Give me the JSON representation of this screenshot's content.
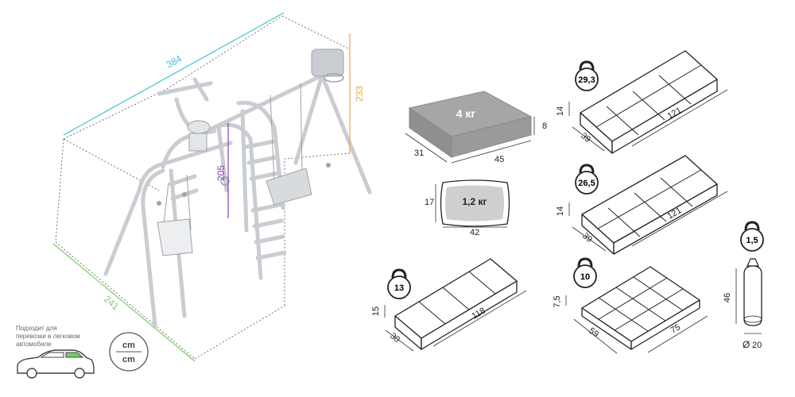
{
  "swing_dimensions": {
    "length": "384",
    "height": "233",
    "width": "241",
    "ladder_height": "205"
  },
  "colors": {
    "length": "#3fc6d1",
    "height": "#f0a54d",
    "width": "#7ccc63",
    "ladder": "#8a3fb5",
    "box_gray": "#a6a6a6"
  },
  "packages": {
    "box_4kg": {
      "weight": "4 кг",
      "length": "45",
      "width": "31",
      "height": "8"
    },
    "bag": {
      "weight": "1,2 кг",
      "length": "42",
      "height": "17"
    },
    "pkg_29": {
      "weight": "29,3",
      "length": "121",
      "width": "39",
      "height": "14"
    },
    "pkg_26": {
      "weight": "26,5",
      "length": "121",
      "width": "39",
      "height": "14"
    },
    "pkg_13": {
      "weight": "13",
      "length": "118",
      "width": "30",
      "height": "15"
    },
    "pkg_10": {
      "weight": "10",
      "length": "75",
      "width": "59",
      "height": "7,5"
    },
    "tube": {
      "weight": "1,5",
      "length": "46",
      "diameter": "20",
      "diameter_symbol": "Ø"
    }
  },
  "car_note": {
    "line1": "Подходит для",
    "line2": "перевозки в легковом",
    "line3": "автомобиле"
  },
  "unit_badge": {
    "line1": "cm",
    "line2": "cm"
  },
  "icons": [
    "car-icon",
    "kettlebell-icon"
  ]
}
